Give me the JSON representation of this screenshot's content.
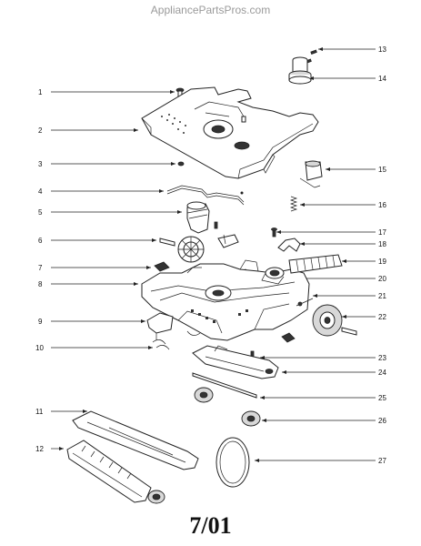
{
  "watermark": "AppliancePartsPros.com",
  "revision": "7/01",
  "callouts": [
    {
      "n": "1"
    },
    {
      "n": "2"
    },
    {
      "n": "3"
    },
    {
      "n": "4"
    },
    {
      "n": "5"
    },
    {
      "n": "6"
    },
    {
      "n": "7"
    },
    {
      "n": "8"
    },
    {
      "n": "9"
    },
    {
      "n": "10"
    },
    {
      "n": "11"
    },
    {
      "n": "12"
    },
    {
      "n": "13"
    },
    {
      "n": "14"
    },
    {
      "n": "15"
    },
    {
      "n": "16"
    },
    {
      "n": "17"
    },
    {
      "n": "18"
    },
    {
      "n": "19"
    },
    {
      "n": "20"
    },
    {
      "n": "21"
    },
    {
      "n": "22"
    },
    {
      "n": "23"
    },
    {
      "n": "24"
    },
    {
      "n": "25"
    },
    {
      "n": "26"
    },
    {
      "n": "27"
    }
  ]
}
